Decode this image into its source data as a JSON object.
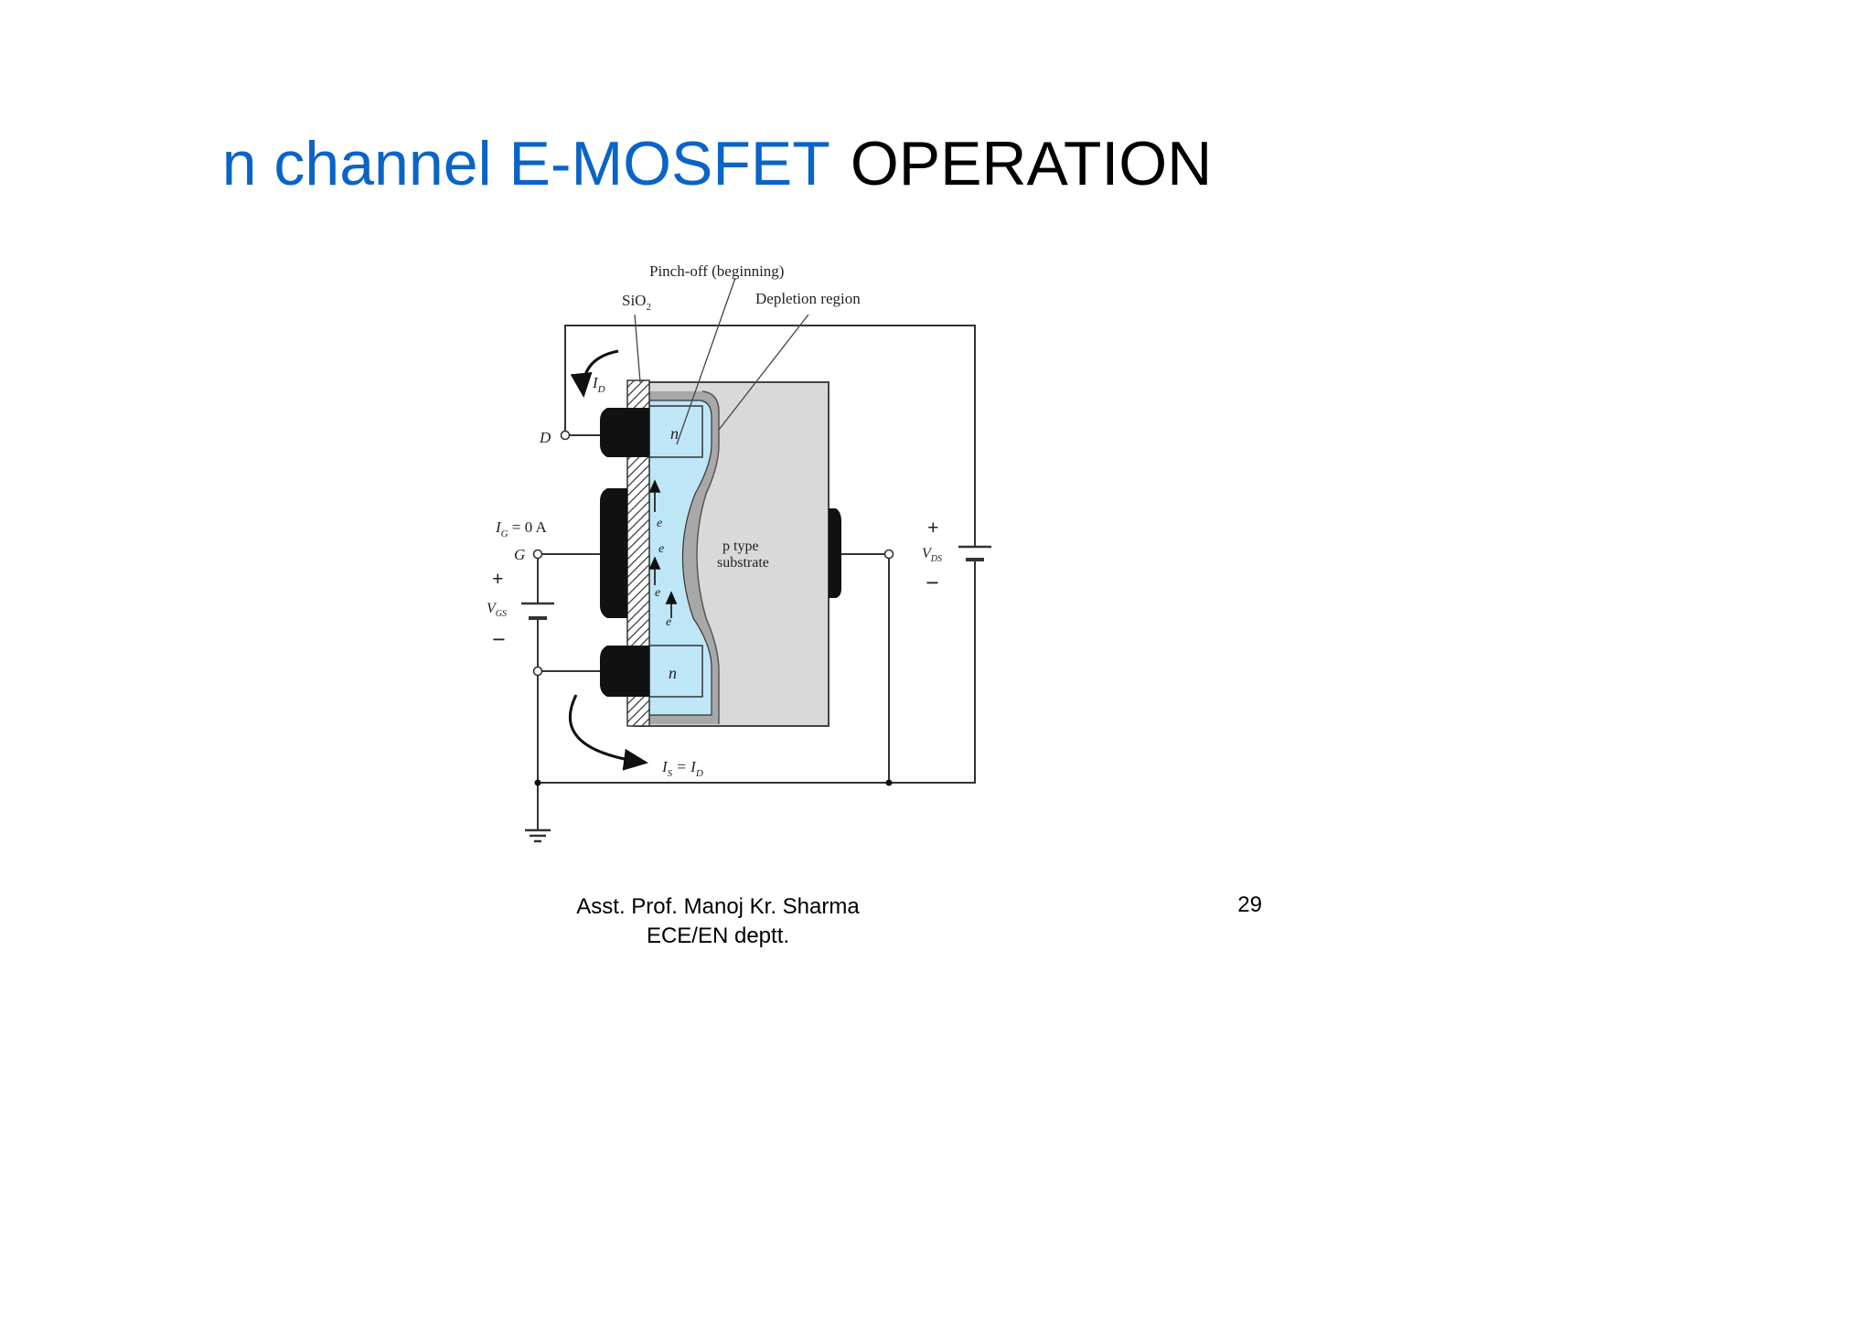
{
  "slide": {
    "title_part1": "n channel E-MOSFET",
    "title_part2": "OPERATION",
    "colors": {
      "title_part1": "#0a64c8",
      "title_part2": "#000000",
      "channel": "#bfe6f7",
      "substrate": "#d9d9d9",
      "depletion": "#a8a8a8"
    }
  },
  "diagram": {
    "labels": {
      "pinch_off": "Pinch-off (beginning)",
      "sio2": "SiO",
      "sio2_sub": "2",
      "depletion": "Depletion region",
      "id_arrow": "I",
      "id_sub": "D",
      "drain": "D",
      "gate": "G",
      "ig": "I",
      "ig_sub": "G",
      "ig_value": " = 0 A",
      "vgs_plus": "+",
      "vgs": "V",
      "vgs_sub": "GS",
      "vgs_minus": "−",
      "vds_plus": "+",
      "vds": "V",
      "vds_sub": "DS",
      "vds_minus": "−",
      "n_top": "n",
      "n_bottom": "n",
      "electron": "e",
      "substrate_line1": "p  type",
      "substrate_line2": "substrate",
      "is_label": "I",
      "is_sub": "S",
      "is_eq": " = I",
      "is_sub2": "D"
    }
  },
  "footer": {
    "author_line1": "Asst. Prof. Manoj Kr. Sharma",
    "author_line2": "ECE/EN  deptt.",
    "page_number": "29"
  }
}
